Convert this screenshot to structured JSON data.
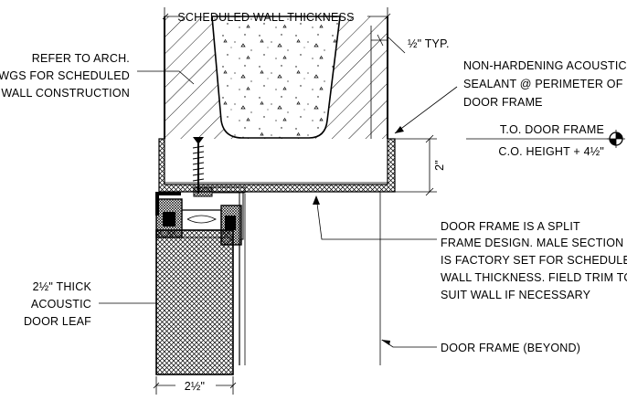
{
  "labels": {
    "wall_thickness": "SCHEDULED WALL THICKNESS",
    "typ_dim": "½\" TYP.",
    "refer_arch": [
      "REFER TO ARCH.",
      "DWGS FOR SCHEDULED",
      "WALL CONSTRUCTION"
    ],
    "sealant": [
      "NON-HARDENING ACOUSTIC",
      "SEALANT @ PERIMETER OF",
      "DOOR FRAME"
    ],
    "to_door_frame": "T.O. DOOR FRAME",
    "co_height": "C.O. HEIGHT + 4½\"",
    "two_inch": "2\"",
    "split_frame": [
      "DOOR FRAME IS A SPLIT",
      "FRAME DESIGN.  MALE SECTION",
      "IS FACTORY SET FOR SCHEDULED",
      "WALL THICKNESS. FIELD TRIM TO",
      "SUIT WALL IF NECESSARY"
    ],
    "door_leaf": [
      "2½\" THICK",
      "ACOUSTIC",
      "DOOR LEAF"
    ],
    "door_frame_beyond": "DOOR FRAME (BEYOND)",
    "bottom_dim": "2½\""
  },
  "colors": {
    "line": "#000000",
    "background": "#ffffff"
  }
}
